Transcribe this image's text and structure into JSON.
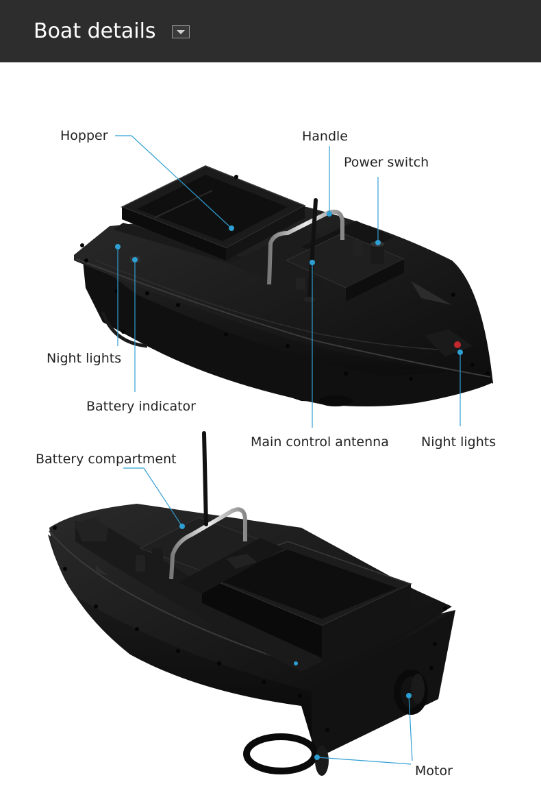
{
  "header": {
    "title": "Boat details",
    "icon": "dropdown-arrow-icon"
  },
  "callouts": {
    "hopper": "Hopper",
    "handle": "Handle",
    "power_switch": "Power switch",
    "night_lights_left": "Night lights",
    "battery_indicator": "Battery indicator",
    "main_control_antenna": "Main control antenna",
    "night_lights_right": "Night lights",
    "battery_compartment": "Battery compartment",
    "motor": "Motor"
  },
  "colors": {
    "header_bg": "#2d2d2d",
    "leader_line": "#2e9fd3",
    "hull": "#151515"
  }
}
